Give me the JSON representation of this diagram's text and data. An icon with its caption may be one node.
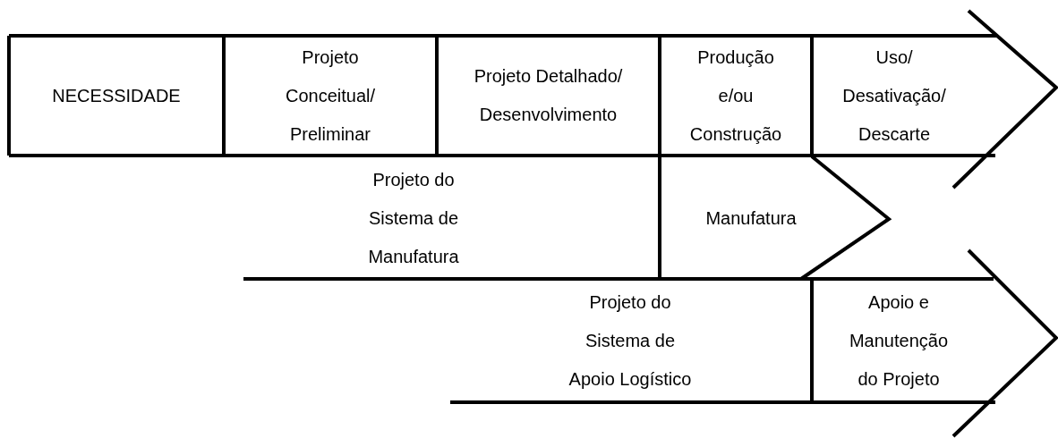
{
  "diagram": {
    "nodes": [
      {
        "text": [
          "NECESSIDADE"
        ]
      },
      {
        "text": [
          "Projeto Conceitual/ Preliminar"
        ]
      },
      {
        "text": [
          "Projeto Detalhado/ Desenvolvimento"
        ]
      },
      {
        "text": [
          "Produção e/ou Construção"
        ]
      },
      {
        "text": [
          "Uso/ Desativação/ Descarte"
        ]
      },
      {
        "text": [
          "Projeto do Sistema de Manufatura"
        ]
      },
      {
        "text": [
          "Manufatura"
        ]
      },
      {
        "text": [
          "Projeto do Sistema de Apoio Logístico"
        ]
      },
      {
        "text": [
          "Apoio e Manutenção do Projeto"
        ]
      }
    ]
  }
}
